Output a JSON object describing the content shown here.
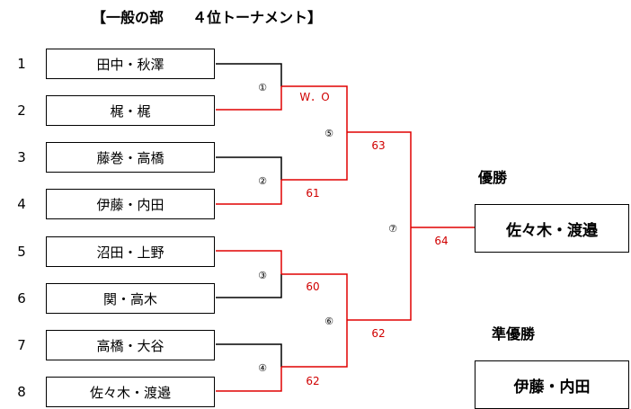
{
  "title": "【一般の部　　４位トーナメント】",
  "teams": [
    {
      "seed": "1",
      "name": "田中・秋澤"
    },
    {
      "seed": "2",
      "name": "梶・梶"
    },
    {
      "seed": "3",
      "name": "藤巻・高橋"
    },
    {
      "seed": "4",
      "name": "伊藤・内田"
    },
    {
      "seed": "5",
      "name": "沼田・上野"
    },
    {
      "seed": "6",
      "name": "関・高木"
    },
    {
      "seed": "7",
      "name": "高橋・大谷"
    },
    {
      "seed": "8",
      "name": "佐々木・渡邉"
    }
  ],
  "matches": [
    {
      "number": "①",
      "score": "W．O"
    },
    {
      "number": "②",
      "score": "61"
    },
    {
      "number": "③",
      "score": "60"
    },
    {
      "number": "④",
      "score": "62"
    },
    {
      "number": "⑤",
      "score": "63"
    },
    {
      "number": "⑥",
      "score": "62"
    },
    {
      "number": "⑦",
      "score": "64"
    }
  ],
  "results": {
    "champion_label": "優勝",
    "champion_name": "佐々木・渡邉",
    "runner_up_label": "準優勝",
    "runner_up_name": "伊藤・内田"
  },
  "colors": {
    "winner_line": "#e00000",
    "loser_line": "#000000",
    "score_text": "#d00000"
  }
}
